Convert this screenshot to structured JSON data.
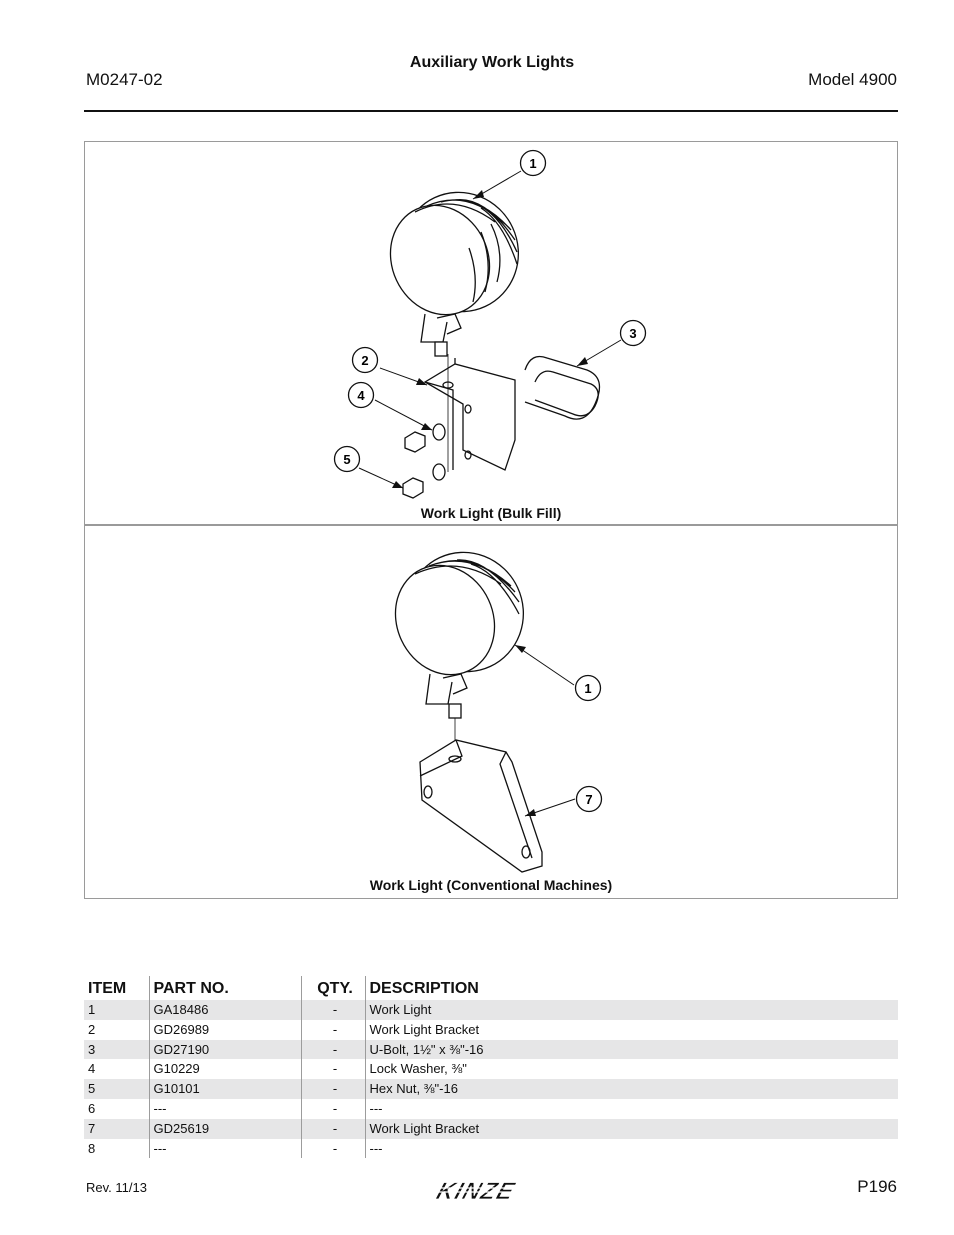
{
  "header": {
    "doc_number": "M0247-02",
    "title": "Auxiliary Work Lights",
    "model": "Model 4900"
  },
  "figures": {
    "bulk_fill": {
      "caption": "Work Light (Bulk Fill)",
      "callouts": [
        "1",
        "2",
        "3",
        "4",
        "5"
      ]
    },
    "conventional": {
      "caption": "Work Light (Conventional Machines)",
      "callouts": [
        "1",
        "7"
      ]
    }
  },
  "parts_table": {
    "headers": [
      "ITEM",
      "PART NO.",
      "QTY.",
      "DESCRIPTION"
    ],
    "rows": [
      {
        "item": "1",
        "part_no": "GA18486",
        "qty": "-",
        "description": "Work Light"
      },
      {
        "item": "2",
        "part_no": "GD26989",
        "qty": "-",
        "description": "Work Light Bracket"
      },
      {
        "item": "3",
        "part_no": "GD27190",
        "qty": "-",
        "description": "U-Bolt, 1½\" x ⅜\"-16"
      },
      {
        "item": "4",
        "part_no": "G10229",
        "qty": "-",
        "description": "Lock Washer, ⅜\""
      },
      {
        "item": "5",
        "part_no": "G10101",
        "qty": "-",
        "description": "Hex Nut, ⅜\"-16"
      },
      {
        "item": "6",
        "part_no": "---",
        "qty": "-",
        "description": "---"
      },
      {
        "item": "7",
        "part_no": "GD25619",
        "qty": "-",
        "description": "Work Light Bracket"
      },
      {
        "item": "8",
        "part_no": "---",
        "qty": "-",
        "description": "---"
      }
    ]
  },
  "footer": {
    "revision": "Rev. 11/13",
    "brand": "KINZE",
    "page": "P196"
  }
}
